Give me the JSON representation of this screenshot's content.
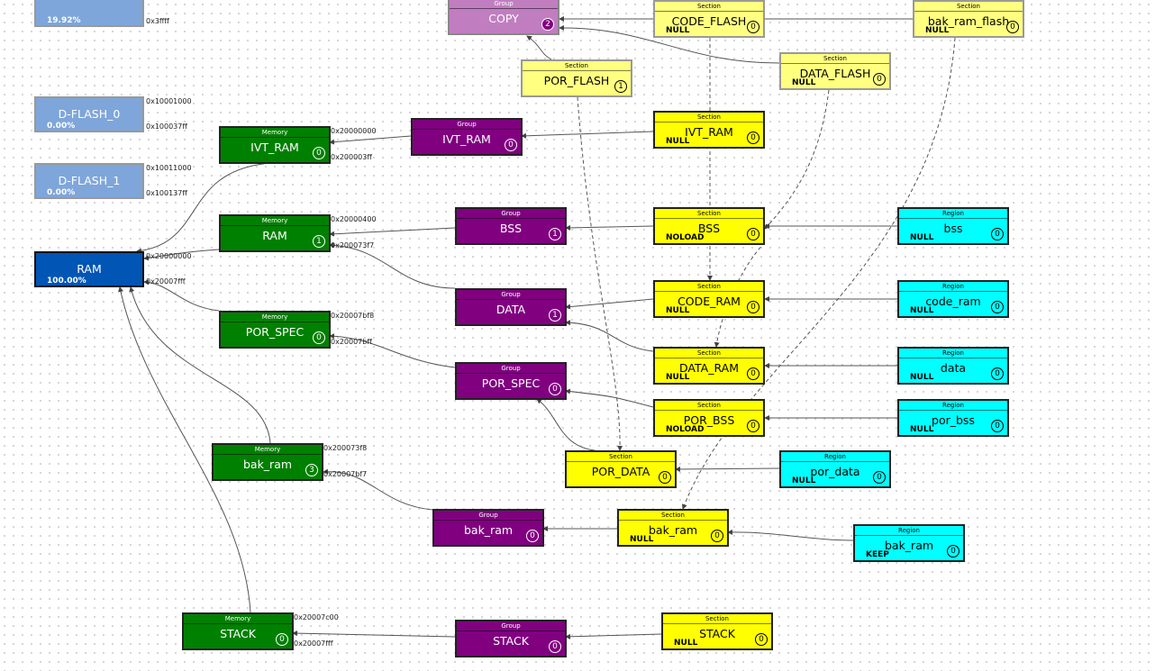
{
  "physical": [
    {
      "id": "p0",
      "title": "",
      "percent": "19.92%",
      "addr_end": "0x3ffff"
    },
    {
      "id": "p1",
      "title": "D-FLASH_0",
      "percent": "0.00%",
      "addr_start": "0x10001000",
      "addr_end": "0x100037ff"
    },
    {
      "id": "p2",
      "title": "D-FLASH_1",
      "percent": "0.00%",
      "addr_start": "0x10011000",
      "addr_end": "0x100137ff"
    },
    {
      "id": "p3",
      "title": "RAM",
      "percent": "100.00%",
      "addr_start": "0x20000000",
      "addr_end": "0x20007fff"
    }
  ],
  "memories": [
    {
      "id": "m0",
      "type": "Memory",
      "title": "IVT_RAM",
      "badge": "0",
      "addr_start": "0x20000000",
      "addr_end": "0x200003ff"
    },
    {
      "id": "m1",
      "type": "Memory",
      "title": "RAM",
      "badge": "1",
      "addr_start": "0x20000400",
      "addr_end": "0x200073f7"
    },
    {
      "id": "m2",
      "type": "Memory",
      "title": "POR_SPEC",
      "badge": "0",
      "addr_start": "0x20007bf8",
      "addr_end": "0x20007bff"
    },
    {
      "id": "m3",
      "type": "Memory",
      "title": "bak_ram",
      "badge": "3",
      "addr_start": "0x200073f8",
      "addr_end": "0x20007bf7"
    },
    {
      "id": "m4",
      "type": "Memory",
      "title": "STACK",
      "badge": "0",
      "addr_start": "0x20007c00",
      "addr_end": "0x20007fff"
    }
  ],
  "groups": [
    {
      "id": "g0",
      "type": "Group",
      "title": "COPY",
      "badge": "2"
    },
    {
      "id": "g1",
      "type": "Group",
      "title": "IVT_RAM",
      "badge": "0"
    },
    {
      "id": "g2",
      "type": "Group",
      "title": "BSS",
      "badge": "1"
    },
    {
      "id": "g3",
      "type": "Group",
      "title": "DATA",
      "badge": "1"
    },
    {
      "id": "g4",
      "type": "Group",
      "title": "POR_SPEC",
      "badge": "0"
    },
    {
      "id": "g5",
      "type": "Group",
      "title": "bak_ram",
      "badge": "0"
    },
    {
      "id": "g6",
      "type": "Group",
      "title": "STACK",
      "badge": "0"
    }
  ],
  "sections": [
    {
      "id": "s0",
      "type": "Section",
      "title": "CODE_FLASH",
      "flag": "NULL",
      "badge": "0"
    },
    {
      "id": "s1",
      "type": "Section",
      "title": "bak_ram_flash",
      "flag": "NULL",
      "badge": "0"
    },
    {
      "id": "s2",
      "type": "Section",
      "title": "POR_FLASH",
      "flag": "",
      "badge": "1"
    },
    {
      "id": "s3",
      "type": "Section",
      "title": "DATA_FLASH",
      "flag": "NULL",
      "badge": "0"
    },
    {
      "id": "s4",
      "type": "Section",
      "title": "IVT_RAM",
      "flag": "NULL",
      "badge": "0"
    },
    {
      "id": "s5",
      "type": "Section",
      "title": "BSS",
      "flag": "NOLOAD",
      "badge": "0"
    },
    {
      "id": "s6",
      "type": "Section",
      "title": "CODE_RAM",
      "flag": "NULL",
      "badge": "0"
    },
    {
      "id": "s7",
      "type": "Section",
      "title": "DATA_RAM",
      "flag": "NULL",
      "badge": "0"
    },
    {
      "id": "s8",
      "type": "Section",
      "title": "POR_BSS",
      "flag": "NOLOAD",
      "badge": "0"
    },
    {
      "id": "s9",
      "type": "Section",
      "title": "POR_DATA",
      "flag": "",
      "badge": "0"
    },
    {
      "id": "s10",
      "type": "Section",
      "title": "bak_ram",
      "flag": "NULL",
      "badge": "0"
    },
    {
      "id": "s11",
      "type": "Section",
      "title": "STACK",
      "flag": "NULL",
      "badge": "0"
    }
  ],
  "regions": [
    {
      "id": "r0",
      "type": "Region",
      "title": "bss",
      "flag": "NULL",
      "badge": "0"
    },
    {
      "id": "r1",
      "type": "Region",
      "title": "code_ram",
      "flag": "NULL",
      "badge": "0"
    },
    {
      "id": "r2",
      "type": "Region",
      "title": "data",
      "flag": "NULL",
      "badge": "0"
    },
    {
      "id": "r3",
      "type": "Region",
      "title": "por_bss",
      "flag": "NULL",
      "badge": "0"
    },
    {
      "id": "r4",
      "type": "Region",
      "title": "por_data",
      "flag": "NULL",
      "badge": "0"
    },
    {
      "id": "r5",
      "type": "Region",
      "title": "bak_ram",
      "flag": "KEEP",
      "badge": "0"
    }
  ]
}
